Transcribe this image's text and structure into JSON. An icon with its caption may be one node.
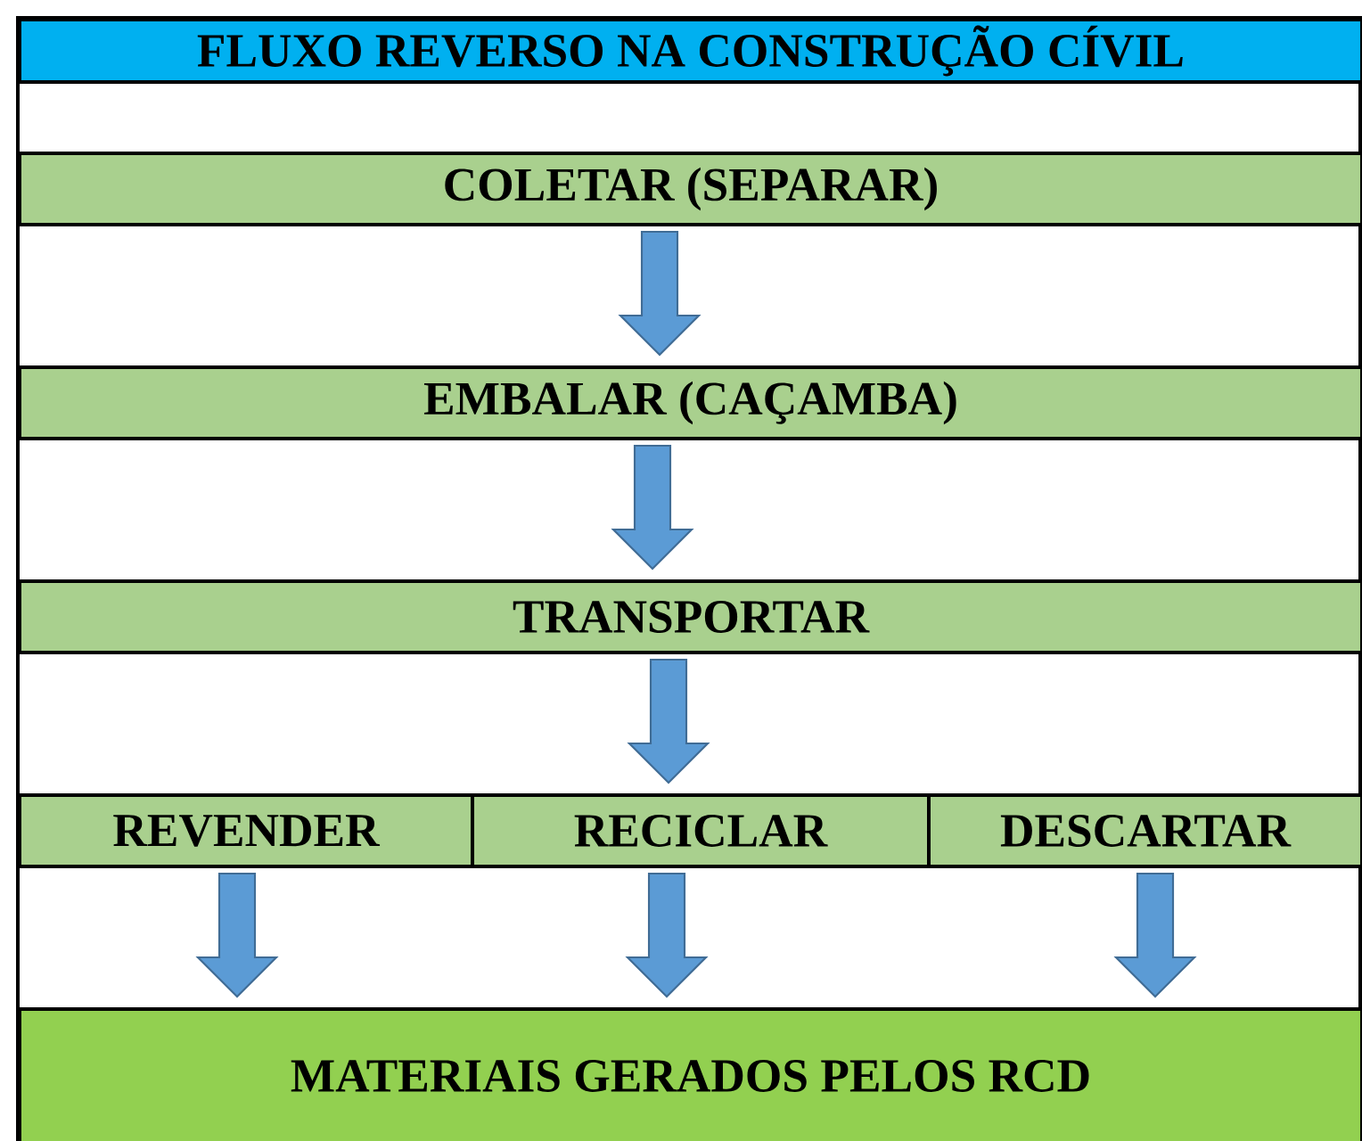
{
  "diagram": {
    "title": "FLUXO REVERSO NA CONSTRUÇÃO CÍVIL",
    "nodes": [
      {
        "text": [
          "COLETAR (SEPARAR)"
        ]
      },
      {
        "text": [
          "EMBALAR (CAÇAMBA)"
        ]
      },
      {
        "text": [
          "TRANSPORTAR"
        ]
      },
      {
        "text": [
          "REVENDER"
        ]
      },
      {
        "text": [
          "RECICLAR"
        ]
      },
      {
        "text": [
          "DESCARTAR"
        ]
      },
      {
        "text": [
          "MATERIAIS GERADOS PELOS RCD"
        ]
      }
    ],
    "edges": [
      {
        "from": 0,
        "to": 1,
        "arrow": "to"
      },
      {
        "from": 1,
        "to": 2,
        "arrow": "to"
      },
      {
        "from": 2,
        "to": 4,
        "arrow": "to"
      },
      {
        "from": 3,
        "to": 6,
        "arrow": "to"
      },
      {
        "from": 4,
        "to": 6,
        "arrow": "to"
      },
      {
        "from": 5,
        "to": 6,
        "arrow": "to"
      }
    ]
  }
}
